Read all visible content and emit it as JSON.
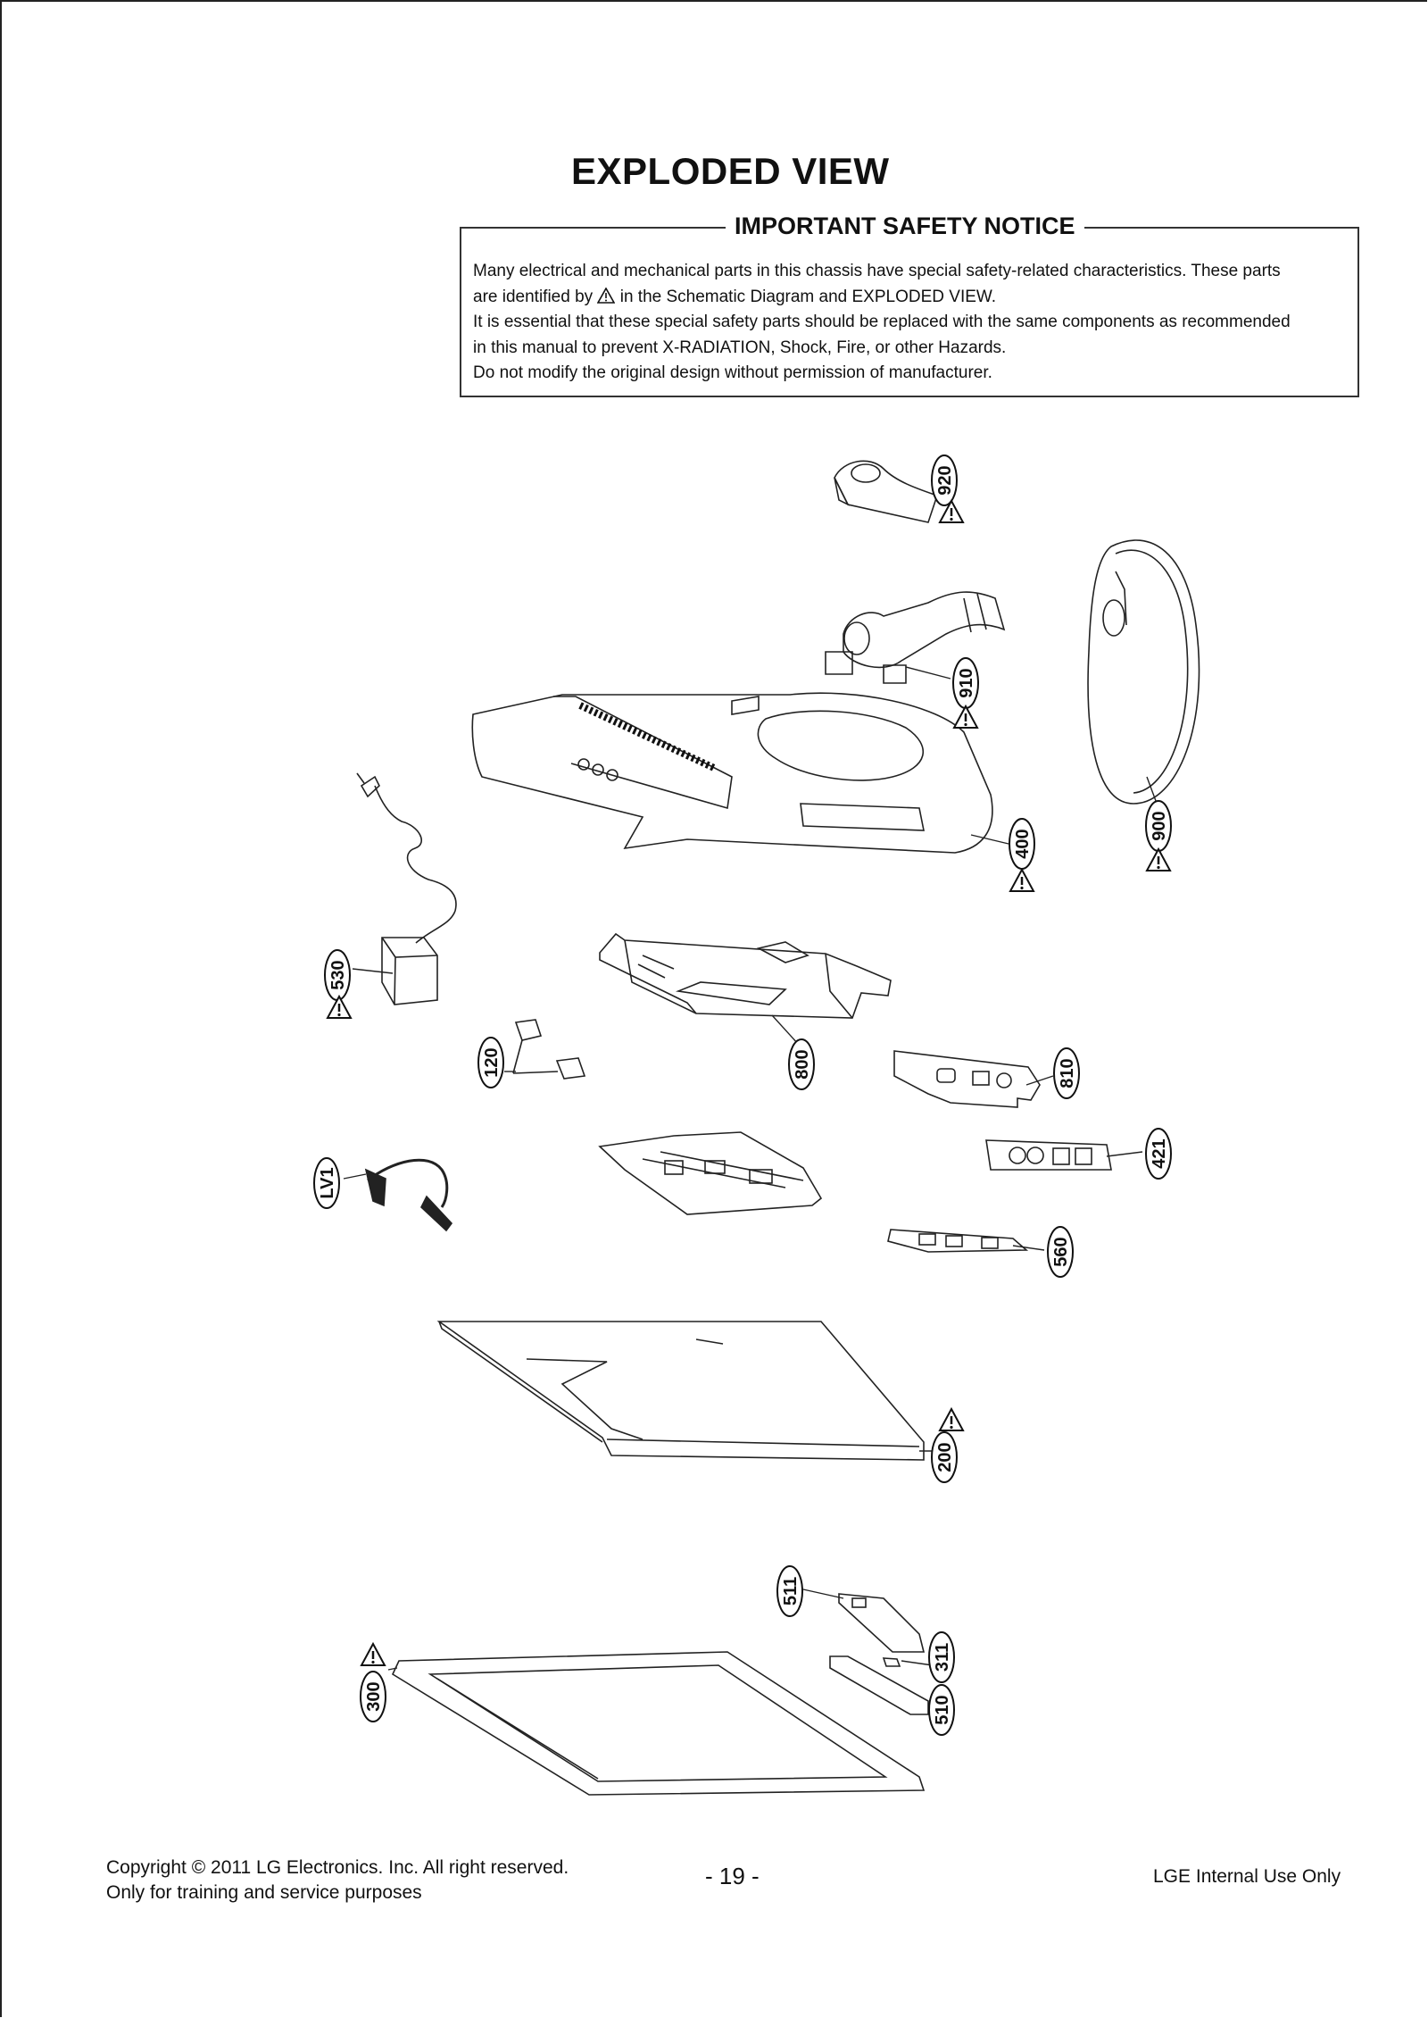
{
  "page": {
    "title": "EXPLODED VIEW",
    "notice": {
      "heading": "IMPORTANT SAFETY NOTICE",
      "line1": "Many electrical and mechanical parts in this chassis have special safety-related characteristics. These parts",
      "line2_a": "are identified by",
      "line2_b": "in the Schematic Diagram and EXPLODED VIEW.",
      "line3": "It is essential that these special safety parts should be replaced with the same components as recommended",
      "line4": "in this manual to prevent X-RADIATION, Shock, Fire, or other Hazards.",
      "line5": "Do not modify the original design without permission of manufacturer."
    }
  },
  "parts": {
    "p920": "920",
    "p910": "910",
    "p900": "900",
    "p400": "400",
    "p530": "530",
    "p800": "800",
    "p120": "120",
    "p810": "810",
    "p421": "421",
    "LV1": "LV1",
    "p560": "560",
    "p200": "200",
    "p511": "511",
    "p311": "311",
    "p510": "510",
    "p300": "300"
  },
  "footer": {
    "copyright": "Copyright © 2011 LG Electronics. Inc. All right reserved.",
    "purpose": "Only for training and service purposes",
    "page_number": "- 19 -",
    "internal": "LGE Internal Use Only"
  }
}
